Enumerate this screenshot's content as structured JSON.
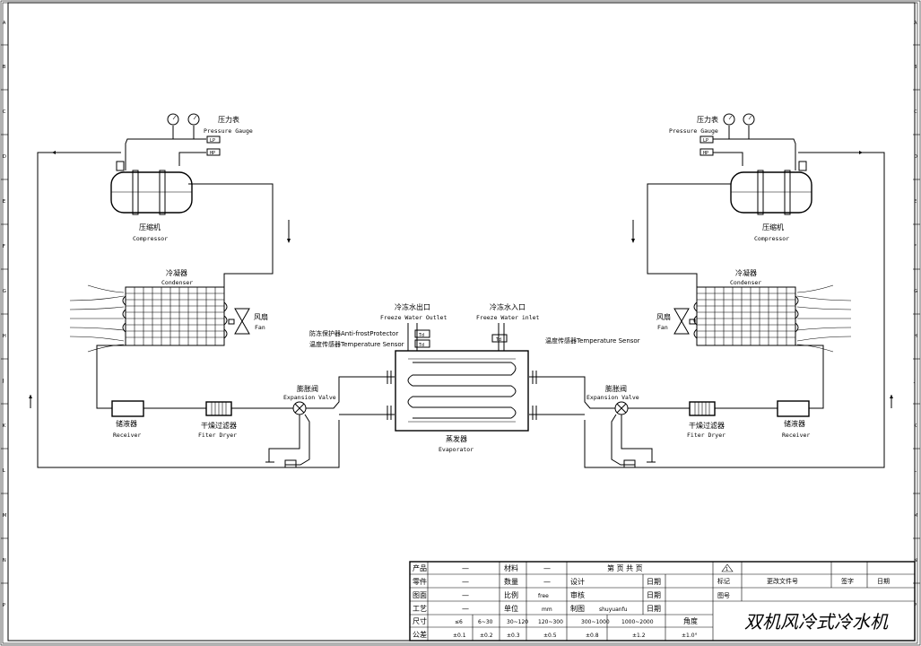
{
  "left": {
    "pressure_gauge_cn": "压力表",
    "pressure_gauge_en": "Pressure Gauge",
    "lp": "LP",
    "hp": "HP",
    "compressor_cn": "压缩机",
    "compressor_en": "Compressor",
    "condenser_cn": "冷凝器",
    "condenser_en": "Condenser",
    "fan_cn": "风扇",
    "fan_en": "Fan",
    "receiver_cn": "储液器",
    "receiver_en": "Receiver",
    "filter_cn": "干燥过滤器",
    "filter_en": "Fiter Dryer",
    "expansion_cn": "膨胀阀",
    "expansion_en": "Expansion Valve"
  },
  "right": {
    "pressure_gauge_cn": "压力表",
    "pressure_gauge_en": "Pressure Gauge",
    "lp": "LP",
    "hp": "HP",
    "compressor_cn": "压缩机",
    "compressor_en": "Compressor",
    "condenser_cn": "冷凝器",
    "condenser_en": "Condenser",
    "fan_cn": "风扇",
    "fan_en": "Fan",
    "receiver_cn": "储液器",
    "receiver_en": "Receiver",
    "filter_cn": "干燥过滤器",
    "filter_en": "Fiter Dryer",
    "expansion_cn": "膨胀阀",
    "expansion_en": "Expansion Valve"
  },
  "center": {
    "outlet_cn": "冷冻水出口",
    "outlet_en": "Freeze Water Outlet",
    "inlet_cn": "冷冻水入口",
    "inlet_en": "Freeze Water inlet",
    "anti_frost": "防冻保护器Anti-frostProtector",
    "temp_sensor_left": "温度传感器Temperature Sensor",
    "temp_sensor_right": "温度传感器Temperature Sensor",
    "td": "Td",
    "evaporator_cn": "蒸发器",
    "evaporator_en": "Evaporator"
  },
  "title_block": {
    "product_label": "产品",
    "product_val": "—",
    "material_label": "材料",
    "material_val": "—",
    "sheet_text": "第   页  共   页",
    "mark_label": "标记",
    "change_note": "更改文件号",
    "signature": "签字",
    "date": "日期",
    "part_label": "零件",
    "part_val": "—",
    "qty_label": "数量",
    "qty_val": "—",
    "design_label": "设计",
    "date2": "日期",
    "drawing_no": "图号",
    "drawing_label": "图面",
    "drawing_val": "—",
    "scale_label": "比例",
    "scale_val": "free",
    "review_label": "审核",
    "date3": "日期",
    "process_label": "工艺",
    "process_val": "—",
    "unit_label": "单位",
    "unit_val": "mm",
    "drawer_label": "制图",
    "drawer_val": "shuyuanfu",
    "date4": "日期",
    "size_label": "尺寸",
    "sizes": [
      "≤6",
      "6~30",
      "30~120",
      "120~300",
      "300~1000",
      "1000~2000",
      "角度"
    ],
    "tol_label": "公差",
    "tols": [
      "±0.1",
      "±0.2",
      "±0.3",
      "±0.5",
      "±0.8",
      "±1.2",
      "±1.0°"
    ],
    "title": "双机风冷式冷水机",
    "triangle_mark": "1"
  },
  "border": {
    "left_letters": [
      "A",
      "B",
      "C",
      "D",
      "E",
      "F",
      "G",
      "H",
      "J",
      "K",
      "L",
      "M",
      "N",
      "P"
    ],
    "right_letters": [
      "A",
      "B",
      "C",
      "D",
      "E",
      "F",
      "G",
      "H",
      "J",
      "K",
      "L",
      "M",
      "N",
      "P"
    ]
  }
}
